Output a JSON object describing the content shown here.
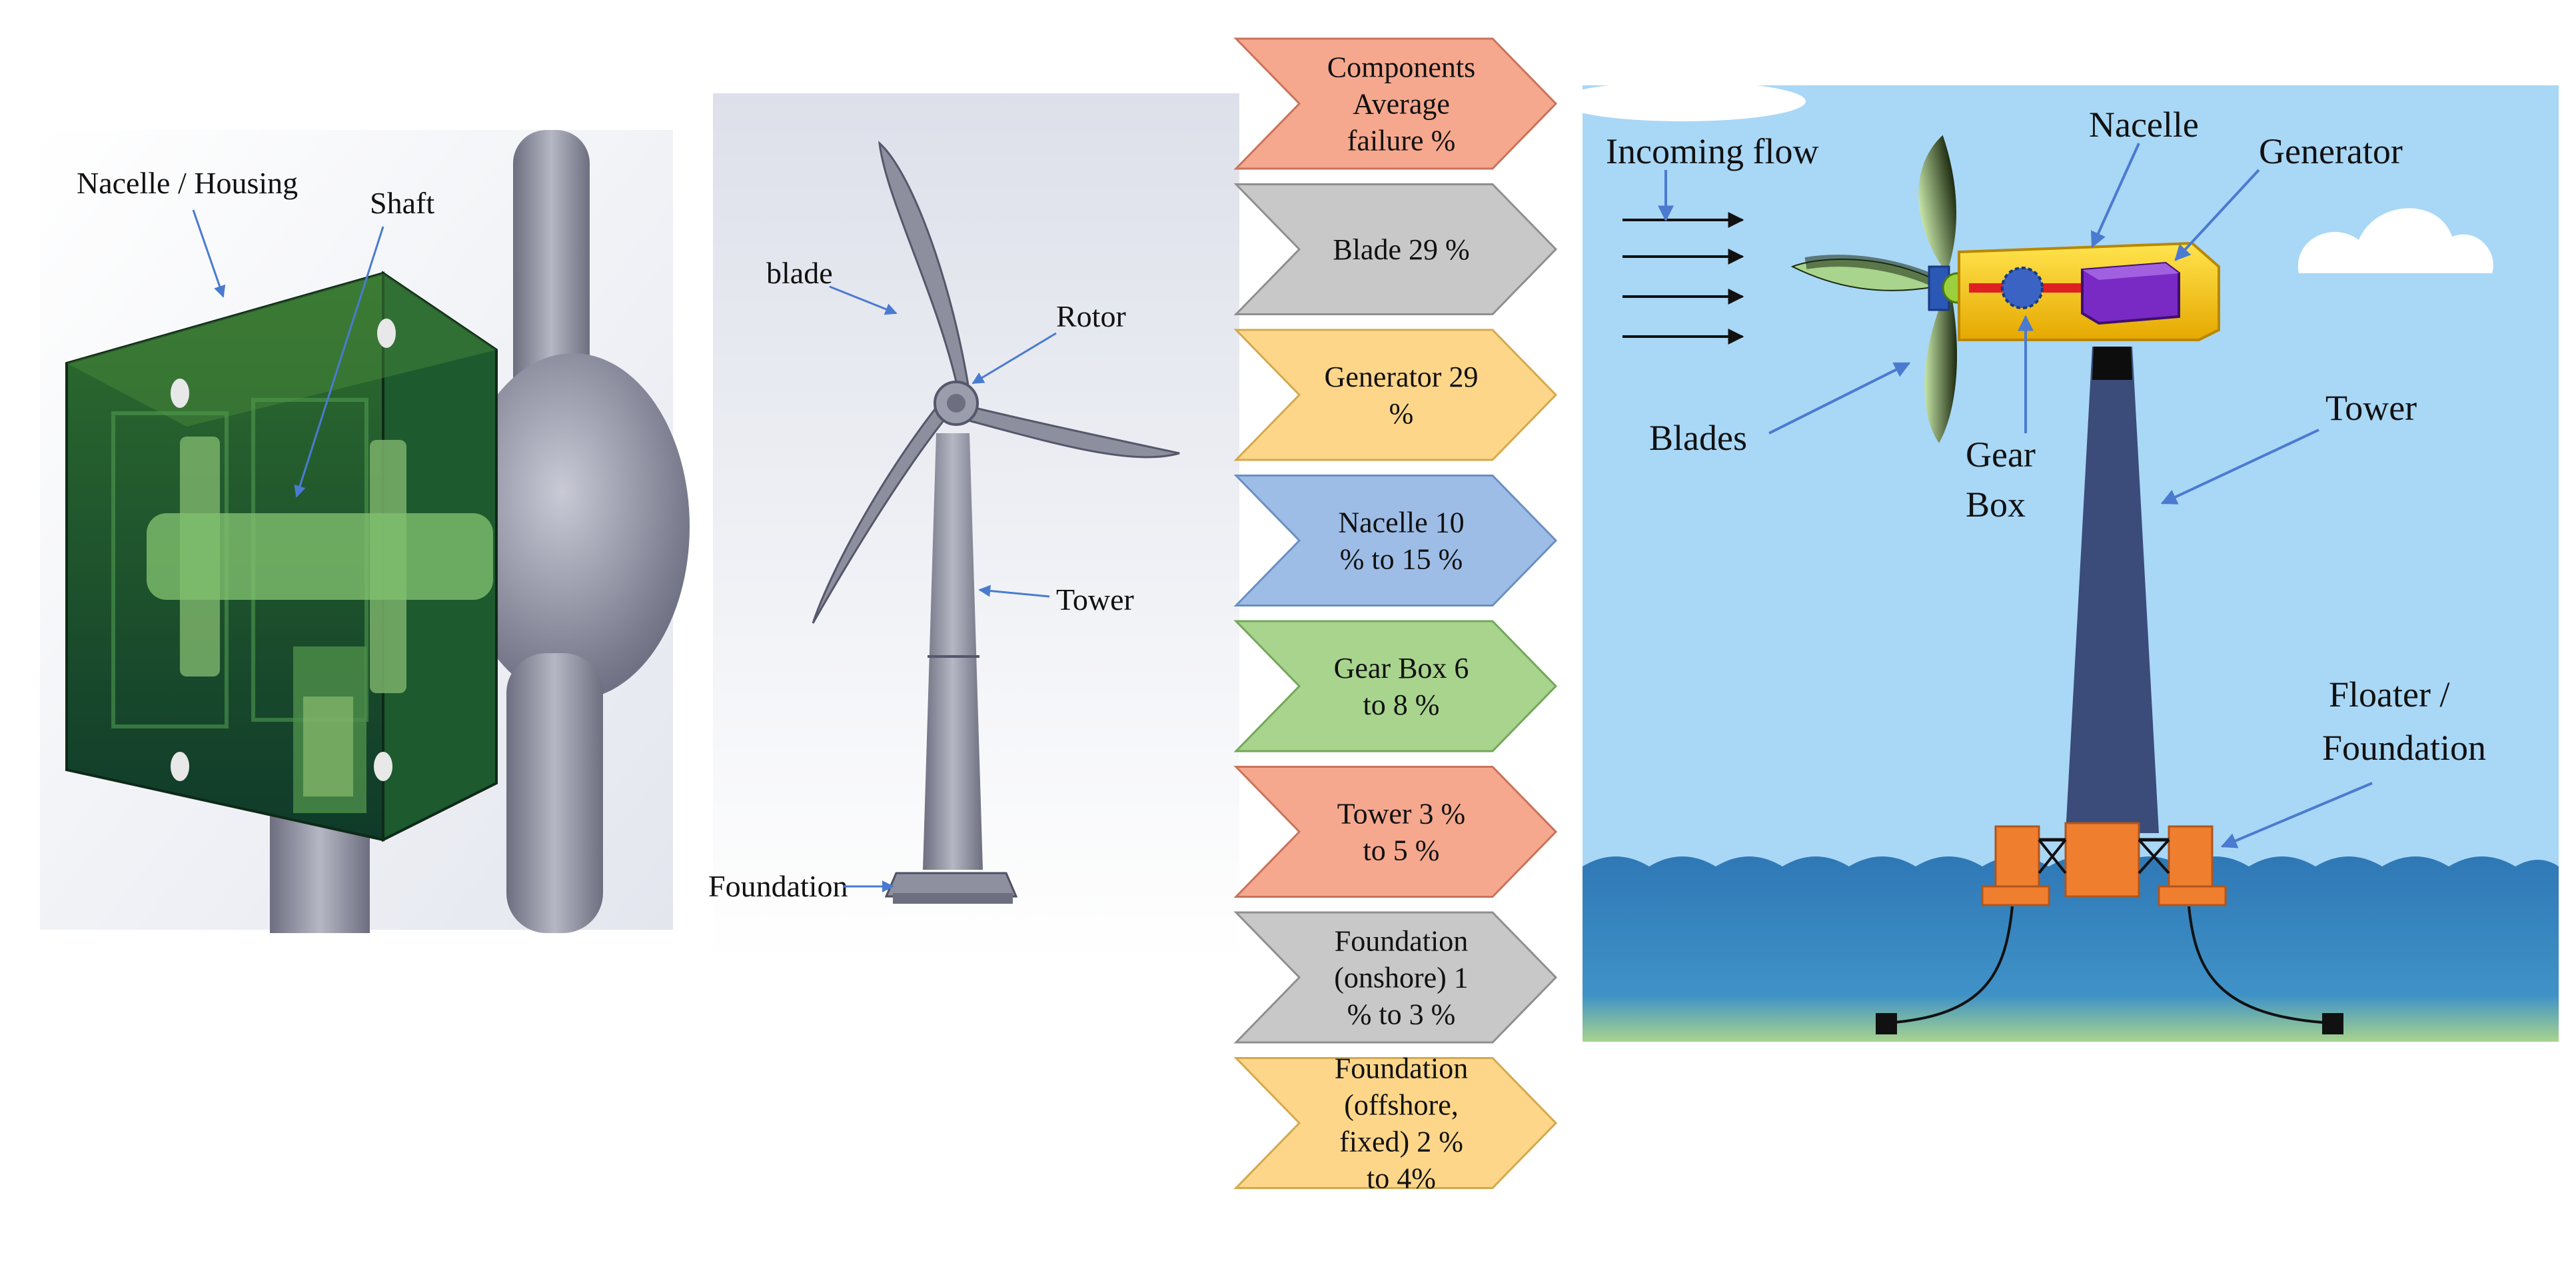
{
  "left_panel": {
    "label_housing": "Nacelle / Housing",
    "label_shaft": "Shaft"
  },
  "middle_panel": {
    "label_blade": "blade",
    "label_rotor": "Rotor",
    "label_tower": "Tower",
    "label_foundation": "Foundation"
  },
  "chevrons": [
    {
      "lines": [
        "Components",
        "Average",
        "failure %"
      ],
      "color": "#f5a88e",
      "stroke": "#c9735a"
    },
    {
      "lines": [
        "Blade  29 %"
      ],
      "color": "#c8c8c8",
      "stroke": "#8f8f8f"
    },
    {
      "lines": [
        "Generator  29",
        "%"
      ],
      "color": "#fdd68a",
      "stroke": "#d4a94d"
    },
    {
      "lines": [
        "Nacelle  10",
        "% to 15 %"
      ],
      "color": "#9dbde6",
      "stroke": "#6a8fc2"
    },
    {
      "lines": [
        "Gear Box  6",
        "to 8 %"
      ],
      "color": "#a8d48e",
      "stroke": "#72a85a"
    },
    {
      "lines": [
        "Tower  3 %",
        "to 5 %"
      ],
      "color": "#f5a88e",
      "stroke": "#c9735a"
    },
    {
      "lines": [
        "Foundation",
        "(onshore) 1",
        "% to 3 %"
      ],
      "color": "#c8c8c8",
      "stroke": "#8f8f8f"
    },
    {
      "lines": [
        "Foundation",
        "(offshore,",
        "fixed) 2 %",
        "to 4%"
      ],
      "color": "#fdd68a",
      "stroke": "#d4a94d"
    }
  ],
  "right_panel": {
    "incoming_flow": "Incoming  flow",
    "nacelle": "Nacelle",
    "generator": "Generator",
    "blades": "Blades",
    "gear": "Gear",
    "box": "Box",
    "tower": "Tower",
    "floater": "Floater /",
    "foundation": "Foundation"
  }
}
